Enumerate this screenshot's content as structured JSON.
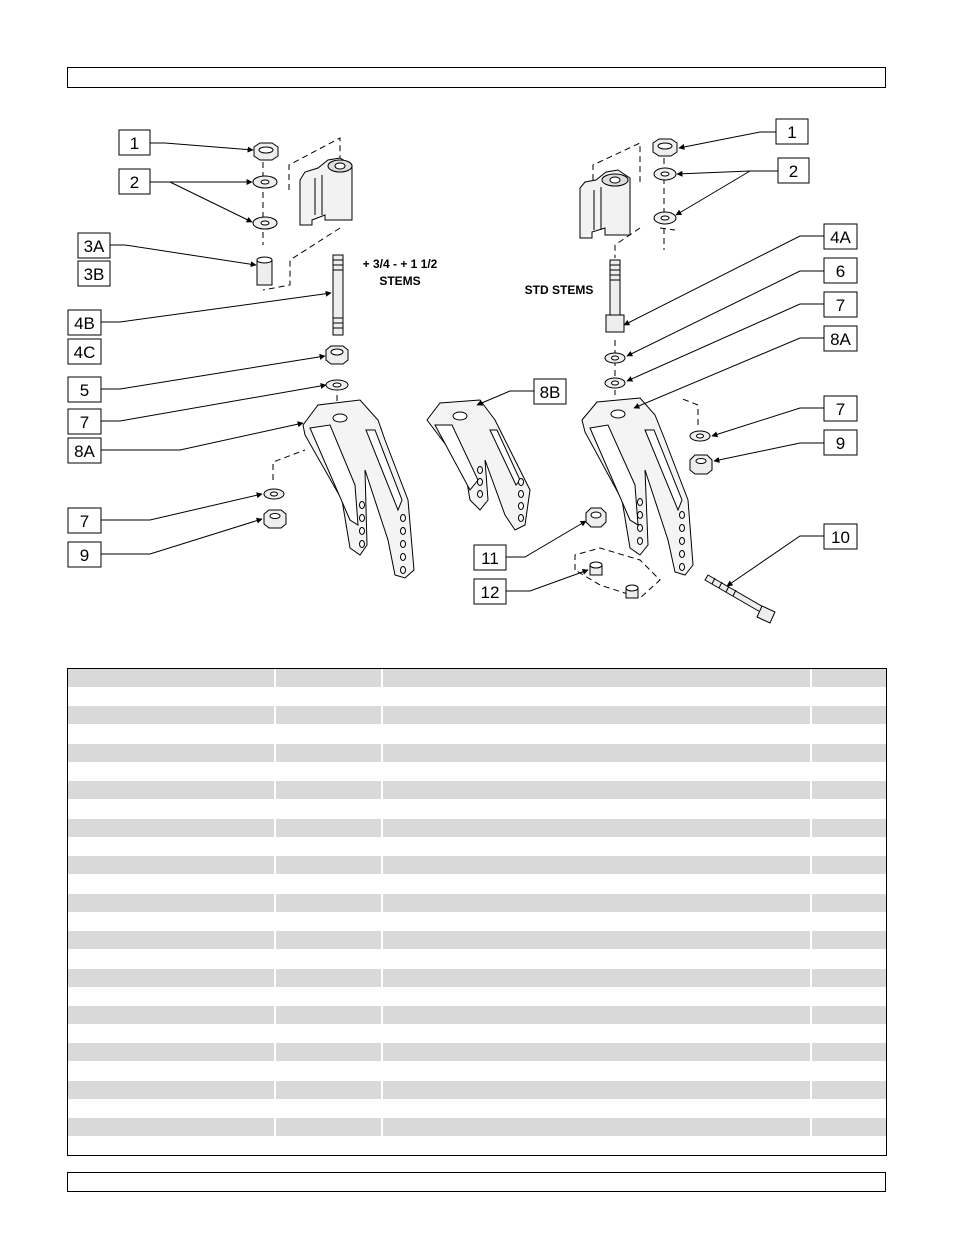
{
  "diagram": {
    "callouts": [
      "1",
      "2",
      "3A",
      "3B",
      "4B",
      "4C",
      "5",
      "7",
      "8A",
      "7",
      "9",
      "1",
      "2",
      "4A",
      "6",
      "7",
      "8A",
      "8B",
      "7",
      "9",
      "11",
      "12",
      "10"
    ],
    "notes": {
      "left_stems": [
        "+ 3/4 - + 1 1/2",
        "STEMS"
      ],
      "right_stems": "STD STEMS"
    }
  },
  "parts_table": {
    "row_count": 26
  }
}
